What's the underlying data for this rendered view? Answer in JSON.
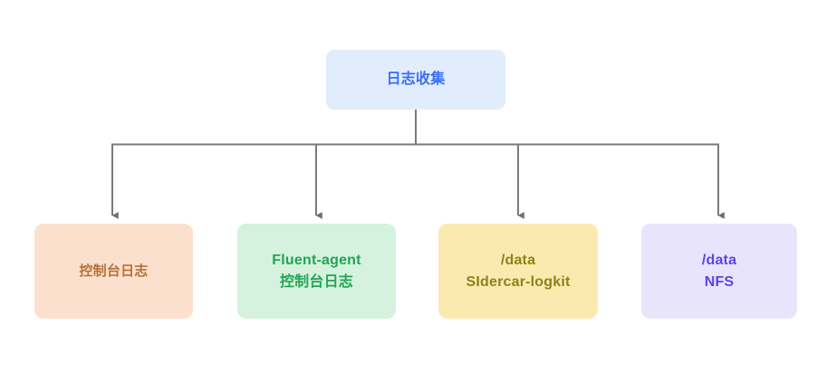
{
  "diagram": {
    "type": "tree-flowchart",
    "orientation": "top-down",
    "background_color": "#ffffff",
    "connector_color": "#7a7a7a",
    "root": {
      "id": "node-root",
      "text": "日志收集",
      "lines": [
        "日志收集"
      ],
      "fill_color": "#e1ecfd",
      "text_color": "#3b6ef5"
    },
    "children": [
      {
        "id": "node-console",
        "lines": [
          "控制台日志"
        ],
        "fill_color": "#fbe0cd",
        "text_color": "#b5713a"
      },
      {
        "id": "node-fluent",
        "lines": [
          "Fluent-agent",
          "控制台日志"
        ],
        "fill_color": "#d4f2dd",
        "text_color": "#23a455"
      },
      {
        "id": "node-sidecar",
        "lines": [
          "/data",
          "SIdercar-logkit"
        ],
        "fill_color": "#fbeab0",
        "text_color": "#8a8418"
      },
      {
        "id": "node-nfs",
        "lines": [
          "/data",
          "NFS"
        ],
        "fill_color": "#e8e4fb",
        "text_color": "#5b45e0"
      }
    ]
  }
}
